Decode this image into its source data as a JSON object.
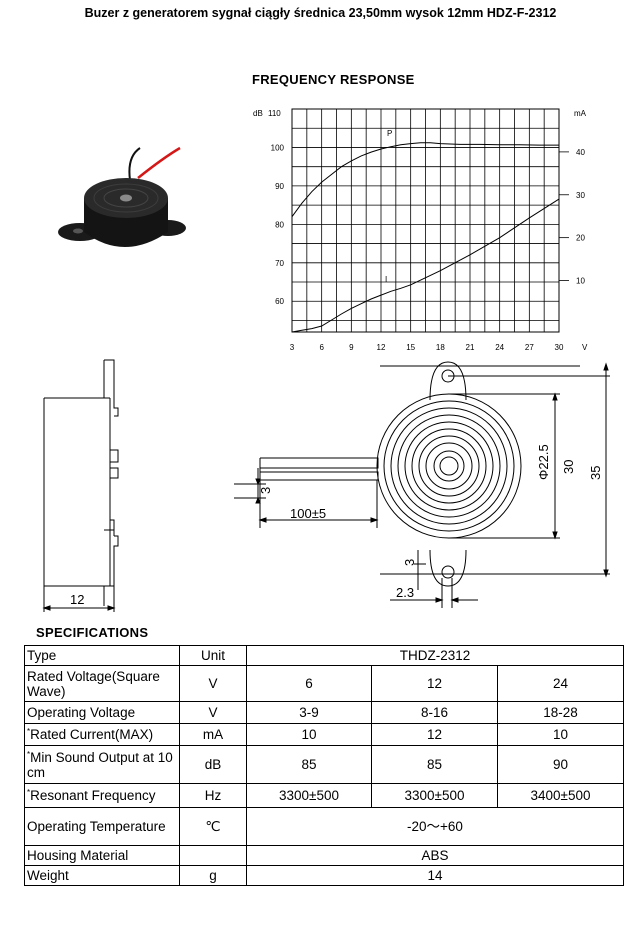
{
  "header": {
    "title": "Buzer z generatorem sygnał ciągły średnica 23,50mm wysok 12mm HDZ-F-2312"
  },
  "frequency_response": {
    "heading": "FREQUENCY RESPONSE"
  },
  "chart_data": {
    "type": "line",
    "title": "FREQUENCY RESPONSE",
    "x_ticks": [
      3,
      6,
      9,
      12,
      15,
      18,
      21,
      24,
      27,
      30
    ],
    "x_unit": "V",
    "y_left_ticks": [
      60,
      70,
      80,
      90,
      100
    ],
    "y_left_unit": "dB",
    "y_left_top_label": "110",
    "y_right_ticks": [
      10,
      20,
      30,
      40
    ],
    "y_right_unit": "mA",
    "xlim": [
      3,
      30
    ],
    "ylim_left": [
      52,
      110
    ],
    "ylim_right": [
      -2,
      50
    ],
    "grid": true,
    "series": [
      {
        "name": "P",
        "axis": "left",
        "x": [
          3,
          4,
          5,
          6,
          7,
          8,
          9,
          10,
          11,
          12,
          13,
          14,
          15,
          16,
          17,
          18,
          20,
          22,
          24,
          26,
          28,
          30
        ],
        "y": [
          82,
          85.5,
          88.5,
          91,
          93,
          95,
          96.5,
          97.8,
          98.8,
          99.6,
          100.2,
          100.7,
          101,
          101.2,
          101.2,
          101,
          100.8,
          100.8,
          100.7,
          100.7,
          100.6,
          100.6
        ]
      },
      {
        "name": "I",
        "axis": "right",
        "x": [
          3,
          4,
          5,
          6,
          7,
          8,
          9,
          10,
          11,
          12,
          13,
          14,
          15,
          18,
          21,
          24,
          27,
          30
        ],
        "y": [
          -2,
          -1.6,
          -1.2,
          -0.6,
          0.8,
          2.2,
          3.5,
          4.6,
          5.7,
          6.6,
          7.5,
          8.2,
          9,
          12.3,
          16,
          20,
          24.6,
          29
        ]
      }
    ]
  },
  "drawings": {
    "side_width_label": "12",
    "lead_length_label": "100±5",
    "lead_offset_label": "3",
    "inner_dia_label": "Φ22.5",
    "outer_dia_label": "30",
    "mount_span_label": "35",
    "tab_height_label": "3",
    "hole_label": "2.3"
  },
  "specifications": {
    "heading": "SPECIFICATIONS",
    "header": {
      "label": "Type",
      "unit": "Unit",
      "model": "THDZ-2312"
    },
    "rows": [
      {
        "mark": "",
        "label": "Rated Voltage(Square Wave)",
        "unit": "V",
        "values": [
          "6",
          "12",
          "24"
        ]
      },
      {
        "mark": "",
        "label": "Operating Voltage",
        "unit": "V",
        "values": [
          "3-9",
          "8-16",
          "18-28"
        ]
      },
      {
        "mark": "*",
        "label": "Rated Current(MAX)",
        "unit": "mA",
        "values": [
          "10",
          "12",
          "10"
        ]
      },
      {
        "mark": "*",
        "label": "Min Sound Output at 10 cm",
        "unit": "dB",
        "values": [
          "85",
          "85",
          "90"
        ]
      },
      {
        "mark": "*",
        "label": "Resonant Frequency",
        "unit": "Hz",
        "values": [
          "3300±500",
          "3300±500",
          "3400±500"
        ]
      }
    ],
    "temperature": {
      "label": "Operating Temperature",
      "unit": "℃",
      "value": "-20～+60"
    },
    "housing": {
      "label": "Housing Material",
      "unit": "",
      "value": "ABS"
    },
    "weight": {
      "label": "Weight",
      "unit": "g",
      "value": "14"
    }
  }
}
